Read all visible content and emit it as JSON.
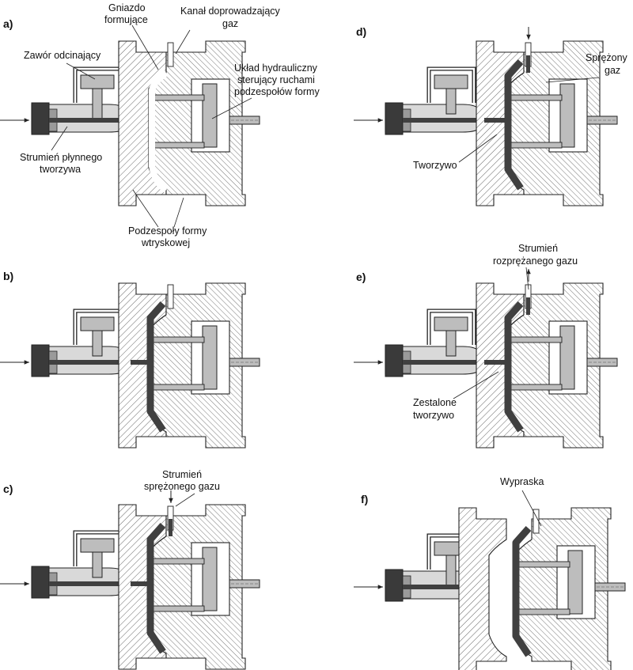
{
  "panels": [
    {
      "letter": "a)",
      "labels": {
        "cavity": [
          "Gniazdo",
          "formujące"
        ],
        "gas_channel": [
          "Kanał doprowadzający",
          "gaz"
        ],
        "shutoff_valve": [
          "Zawór odcinający"
        ],
        "hydraulic": [
          "Układ hydrauliczny",
          "sterujący ruchami",
          "podzespołów formy"
        ],
        "melt_stream": [
          "Strumień płynnego",
          "tworzywa"
        ],
        "mold_parts": [
          "Podzespoły formy",
          "wtryskowej"
        ]
      }
    },
    {
      "letter": "b)",
      "labels": {}
    },
    {
      "letter": "c)",
      "labels": {
        "compressed_gas_stream": [
          "Strumień",
          "sprężonego gazu"
        ]
      }
    },
    {
      "letter": "d)",
      "labels": {
        "compressed_gas": [
          "Sprężony",
          "gaz"
        ],
        "plastic": [
          "Tworzywo"
        ]
      }
    },
    {
      "letter": "e)",
      "labels": {
        "expanded_gas_stream": [
          "Strumień",
          "rozprężanego gazu"
        ],
        "solidified": [
          "Zestalone",
          "tworzywo"
        ]
      }
    },
    {
      "letter": "f)",
      "labels": {
        "molding": [
          "Wypraska"
        ]
      }
    }
  ],
  "colors": {
    "line": "#222222",
    "hatch": "#555555",
    "melt": "#404040",
    "nozzle_head": "#3a3a3a",
    "body_fill": "#d9d9d9",
    "rod_fill": "#bdbdbd"
  }
}
